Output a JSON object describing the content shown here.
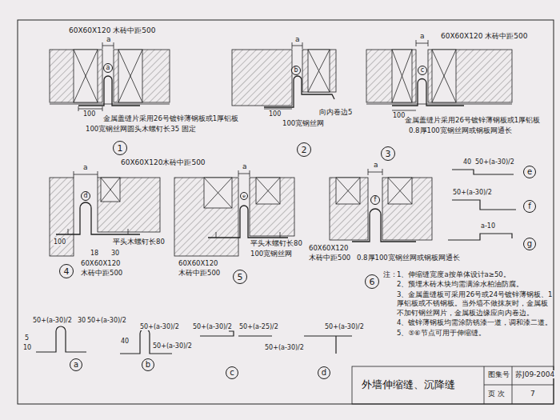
{
  "diagram": {
    "title": "外墙伸缩缝、沉降缝",
    "nodes": [
      {
        "text": [
          "a"
        ]
      },
      {
        "text": [
          "1"
        ]
      },
      {
        "text": [
          "b"
        ]
      },
      {
        "text": [
          "2"
        ]
      },
      {
        "text": [
          "c"
        ]
      },
      {
        "text": [
          "3"
        ]
      },
      {
        "text": [
          "e"
        ]
      },
      {
        "text": [
          "f"
        ]
      },
      {
        "text": [
          "g"
        ]
      },
      {
        "text": [
          "d"
        ]
      },
      {
        "text": [
          "4"
        ]
      },
      {
        "text": [
          "e"
        ]
      },
      {
        "text": [
          "5"
        ]
      },
      {
        "text": [
          "f"
        ]
      },
      {
        "text": [
          "6"
        ]
      },
      {
        "text": [
          "a"
        ]
      },
      {
        "text": [
          "b"
        ]
      },
      {
        "text": [
          "c"
        ]
      },
      {
        "text": [
          "d"
        ]
      }
    ],
    "labels": [
      "60X60X120 木砖中距500",
      "a",
      "100",
      "金属盖缝片采用26号镀锌薄钢板或1厚铝板",
      "100宽钢丝网圆头木螺钉长35 固定",
      "a",
      "100",
      "向内卷边5",
      "100宽钢丝网",
      "60X60X120 木砖中距500",
      "a",
      "100",
      "金属盖缝片采用26号镀锌薄钢板或1厚铝板",
      "0.8厚100宽钢丝网或钢板网通长",
      "40",
      "50+(a-30)/2",
      "50+(a-30)/2",
      "a-10",
      "60X60X120木砖中距500",
      "a",
      "100",
      "平头木螺钉长80",
      "18",
      "30",
      "60X60X120",
      "木砖中距500",
      "a",
      "平头木螺钉长80",
      "100宽钢丝网",
      "60X60X120",
      "木砖中距500",
      "a",
      "60X60X120",
      "木砖中距500",
      "0.8厚100宽钢丝网或钢板网通长",
      "50+(a-30)/2",
      "30",
      "50+(a-30)/2",
      "50+(a-30)/2",
      "40",
      "50+(a-30)/2",
      "5",
      "10",
      "50+(a-30)/2",
      "50+(a-25)/2",
      "50+(a-30)/2",
      "50+(a-30)/2",
      "注：",
      "1、伸缩缝宽度a按单体设计a≥50。",
      "2、预埋木砖木块均需满涂水柏油防腐。",
      "3、金属盖缝板可采用26号或24号镀锌薄钢板、1厚铝板或不锈钢板。当外墙不做抹灰时，金属板不加钉钢丝网片，金属板边缘应向内卷边。",
      "4、镀锌薄钢板均需涂防锈漆一道，调和漆二道。",
      "5、⑤⑥节点可用于伸缩缝。",
      "图集号",
      "苏J09-2004",
      "页 次",
      "7"
    ]
  }
}
